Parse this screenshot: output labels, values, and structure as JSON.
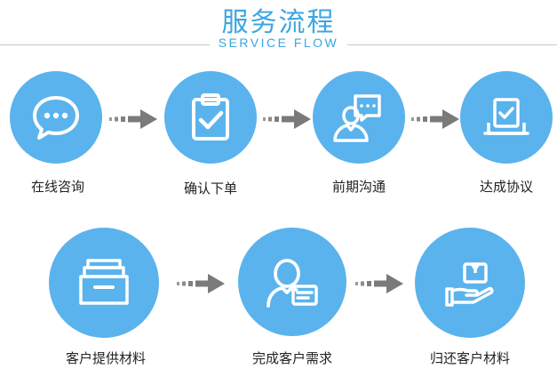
{
  "header": {
    "title": "服务流程",
    "subtitle": "SERVICE FLOW"
  },
  "colors": {
    "accent": "#5ab3ed",
    "title": "#3aa6e2",
    "arrow": "#7a7a7a"
  },
  "steps": [
    {
      "label": "在线咨询",
      "icon": "chat-bubble-icon"
    },
    {
      "label": "确认下单",
      "icon": "clipboard-check-icon"
    },
    {
      "label": "前期沟通",
      "icon": "person-speech-icon"
    },
    {
      "label": "达成协议",
      "icon": "document-check-icon"
    },
    {
      "label": "客户提供材料",
      "icon": "file-tray-icon"
    },
    {
      "label": "完成客户需求",
      "icon": "user-card-icon"
    },
    {
      "label": "归还客户材料",
      "icon": "hand-package-icon"
    }
  ]
}
